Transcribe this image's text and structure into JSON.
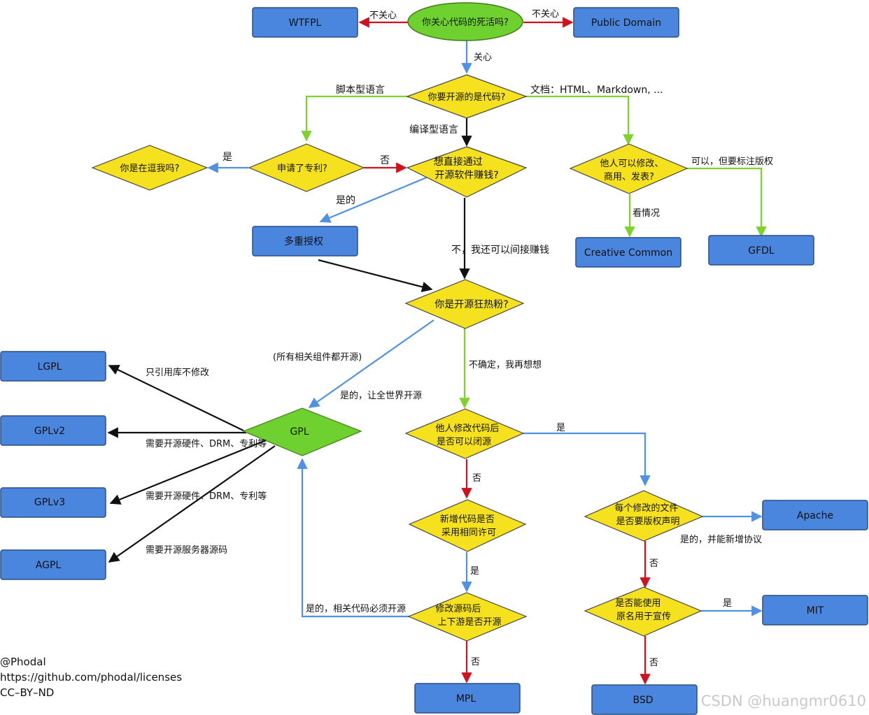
{
  "colors": {
    "blue_box": "#4a86dd",
    "yellow": "#f5e11d",
    "green_node": "#6fd12f",
    "red_arrow": "#d0121f",
    "blue_arrow": "#4f91e6",
    "green_arrow": "#7dd32a",
    "black_arrow": "#111111"
  },
  "nodes": [
    {
      "id": "wtfpl",
      "kind": "box",
      "label": "WTFPL"
    },
    {
      "id": "care",
      "kind": "ellipse",
      "label": "你关心代码的死活吗?"
    },
    {
      "id": "public-domain",
      "kind": "box",
      "label": "Public Domain"
    },
    {
      "id": "is-code",
      "kind": "diamond",
      "label": "你要开源的是代码?"
    },
    {
      "id": "kidding",
      "kind": "diamond",
      "label": "你是在逗我吗?"
    },
    {
      "id": "patent",
      "kind": "diamond",
      "label": "申请了专利?"
    },
    {
      "id": "money",
      "kind": "diamond",
      "label": "想直接通过\n开源软件赚钱?"
    },
    {
      "id": "others-modify",
      "kind": "diamond",
      "label": "他人可以修改、\n商用、发表?"
    },
    {
      "id": "multi-license",
      "kind": "box",
      "label": "多重授权"
    },
    {
      "id": "creative-common",
      "kind": "box",
      "label": "Creative Common"
    },
    {
      "id": "gfdl",
      "kind": "box",
      "label": "GFDL"
    },
    {
      "id": "fanatic",
      "kind": "diamond",
      "label": "你是开源狂热粉?"
    },
    {
      "id": "lgpl",
      "kind": "box",
      "label": "LGPL"
    },
    {
      "id": "gplv2",
      "kind": "box",
      "label": "GPLv2"
    },
    {
      "id": "gplv3",
      "kind": "box",
      "label": "GPLv3"
    },
    {
      "id": "agpl",
      "kind": "box",
      "label": "AGPL"
    },
    {
      "id": "gpl",
      "kind": "greendiamond",
      "label": "GPL"
    },
    {
      "id": "closed",
      "kind": "diamond",
      "label": "他人修改代码后\n是否可以闭源"
    },
    {
      "id": "new-code",
      "kind": "diamond",
      "label": "新增代码是否\n采用相同许可"
    },
    {
      "id": "up-down",
      "kind": "diamond",
      "label": "修改源码后\n上下游是否开源"
    },
    {
      "id": "mpl",
      "kind": "box",
      "label": "MPL"
    },
    {
      "id": "copyright-notice",
      "kind": "diamond",
      "label": "每个修改的文件\n是否要版权声明"
    },
    {
      "id": "apache",
      "kind": "box",
      "label": "Apache"
    },
    {
      "id": "promo",
      "kind": "diamond",
      "label": "是否能使用\n原名用于宣传"
    },
    {
      "id": "mit",
      "kind": "box",
      "label": "MIT"
    },
    {
      "id": "bsd",
      "kind": "box",
      "label": "BSD"
    }
  ],
  "edge_labels": [
    {
      "id": "care-no-left",
      "text": "不关心"
    },
    {
      "id": "care-no-right",
      "text": "不关心"
    },
    {
      "id": "care-yes",
      "text": "关心"
    },
    {
      "id": "script-lang",
      "text": "脚本型语言"
    },
    {
      "id": "docs",
      "text": "文档：HTML、Markdown, ..."
    },
    {
      "id": "compiled",
      "text": "编译型语言"
    },
    {
      "id": "patent-yes",
      "text": "是"
    },
    {
      "id": "patent-no",
      "text": "否"
    },
    {
      "id": "money-yes",
      "text": "是的"
    },
    {
      "id": "money-indirect",
      "text": "不，我还可以间接赚钱"
    },
    {
      "id": "attribution",
      "text": "可以，但要标注版权"
    },
    {
      "id": "depends",
      "text": "看情况"
    },
    {
      "id": "all-components",
      "text": "(所有相关组件都开源)"
    },
    {
      "id": "let-world",
      "text": "是的，让全世界开源"
    },
    {
      "id": "unsure",
      "text": "不确定，我再想想"
    },
    {
      "id": "lib-only",
      "text": "只引用库不修改"
    },
    {
      "id": "hw-1",
      "text": "需要开源硬件、DRM、专利等"
    },
    {
      "id": "hw-2",
      "text": "需要开源硬件、DRM、专利等"
    },
    {
      "id": "server",
      "text": "需要开源服务器源码"
    },
    {
      "id": "closed-yes",
      "text": "是"
    },
    {
      "id": "closed-no",
      "text": "否"
    },
    {
      "id": "same-license-yes",
      "text": "是"
    },
    {
      "id": "related-code",
      "text": "是的，相关代码必须开源"
    },
    {
      "id": "updown-no",
      "text": "否"
    },
    {
      "id": "new-proto",
      "text": "是的，并能新增协议"
    },
    {
      "id": "notice-no",
      "text": "否"
    },
    {
      "id": "promo-yes",
      "text": "是"
    },
    {
      "id": "promo-no",
      "text": "否"
    }
  ],
  "credits": [
    "@Phodal",
    "https://github.com/phodal/licenses",
    "CC–BY–ND"
  ],
  "watermark": "CSDN @huangmr0610"
}
